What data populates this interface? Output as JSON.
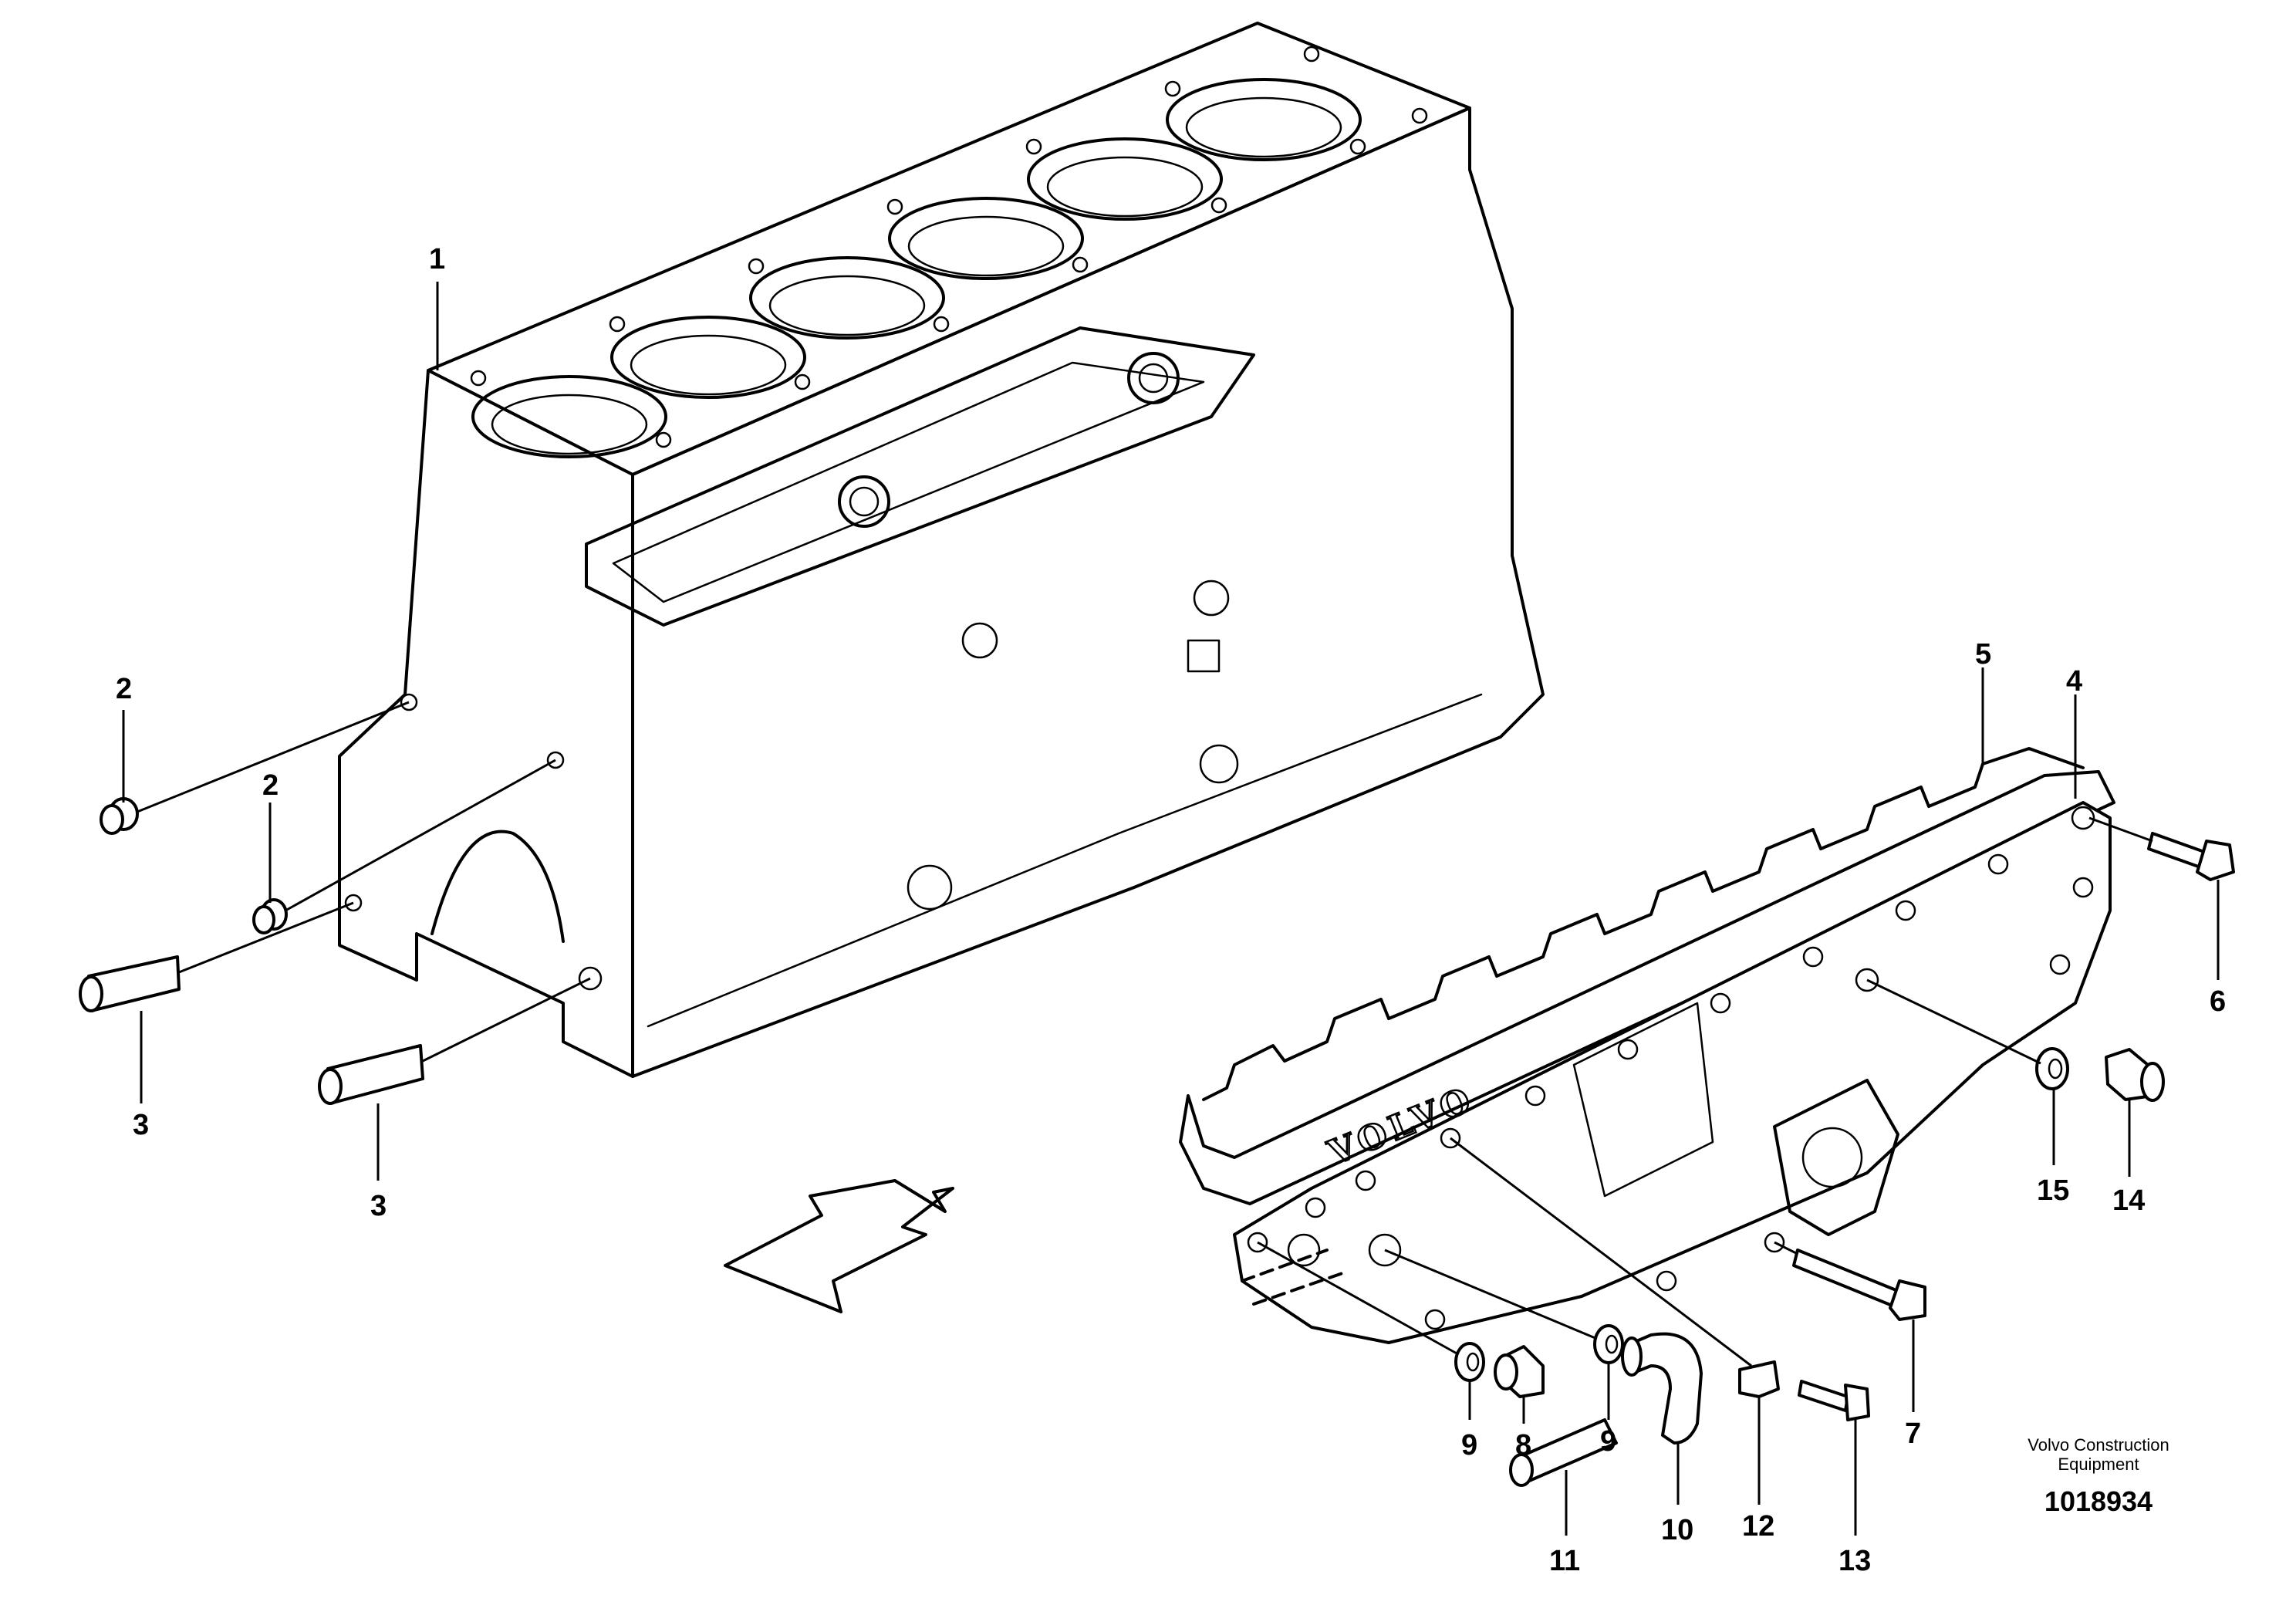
{
  "callouts": [
    "1",
    "2",
    "2",
    "3",
    "3",
    "4",
    "5",
    "6",
    "7",
    "8",
    "9",
    "9",
    "10",
    "11",
    "12",
    "13",
    "14",
    "15"
  ],
  "brand_line1": "Volvo Construction",
  "brand_line2": "Equipment",
  "doc_number": "1018934",
  "embossed_logo": "VOLVO",
  "icons": [
    "direction-arrow-icon"
  ]
}
